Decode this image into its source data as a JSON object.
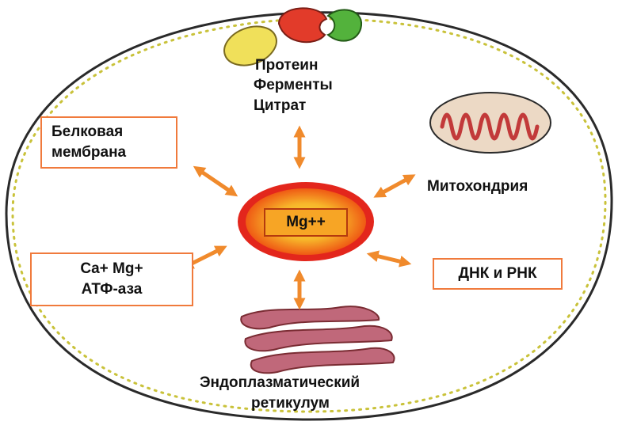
{
  "center": {
    "label": "Mg++"
  },
  "top_labels": [
    "Протеин",
    "Ферменты",
    "Цитрат"
  ],
  "protein_membrane": {
    "lines": [
      "Белковая",
      "мембрана"
    ]
  },
  "mitochondria": {
    "label": "Митохондрия"
  },
  "atpase": {
    "lines": [
      "Ca+ Mg+",
      "АТФ-аза"
    ]
  },
  "dna_rna": {
    "label": "ДНК и РНК"
  },
  "er": {
    "lines": [
      "Эндоплазматический",
      "ретикулум"
    ]
  },
  "colors": {
    "arrow": "#f08a2c",
    "box_border": "#f07a3c",
    "cell_border": "#2a2a2a",
    "cell_dots": "#c9c23a",
    "nucleus_outer": "#e3261c",
    "nucleus_inner": "#f7b52a",
    "mito_fill": "#ecd9c5",
    "mito_stroke": "#c23a3a",
    "er_fill": "#c0687a",
    "er_stroke": "#7a2c33",
    "yellow_blob": "#f0e05a",
    "red_blob": "#e23b2a",
    "green_blob": "#53b23c"
  }
}
